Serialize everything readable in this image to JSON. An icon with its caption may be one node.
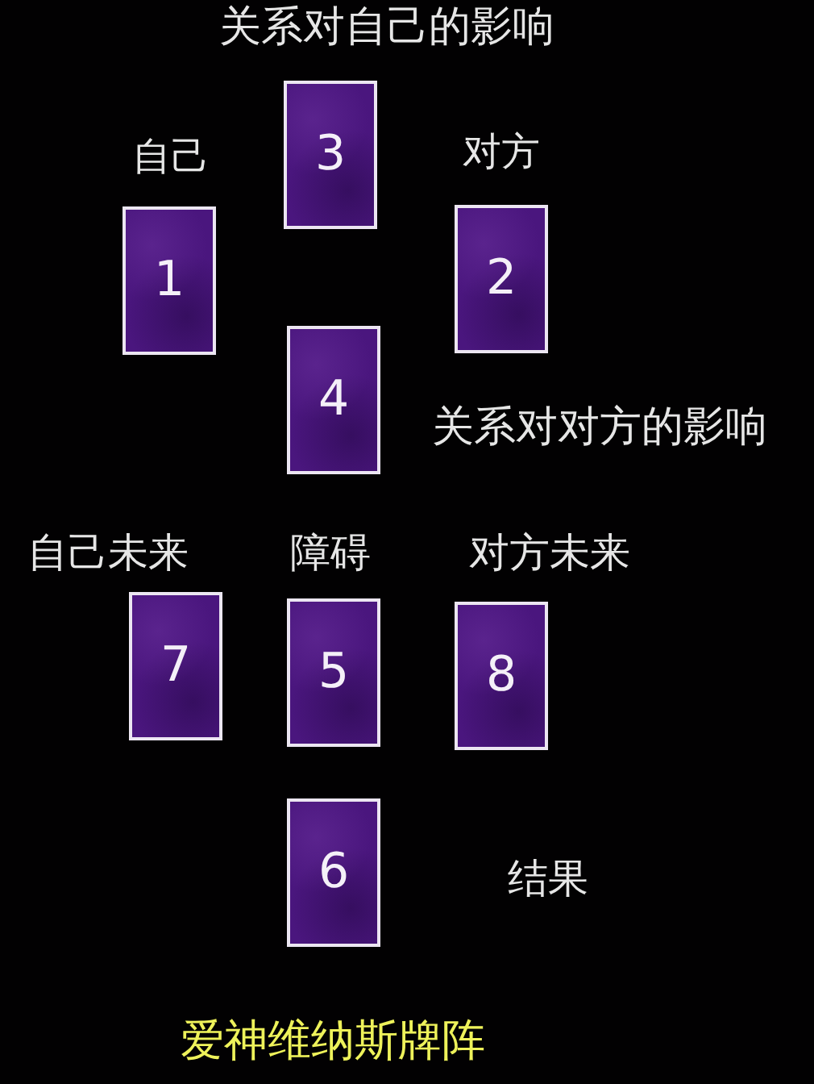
{
  "diagram": {
    "title": "爱神维纳斯牌阵",
    "nodes": [
      {
        "text": [
          "3"
        ],
        "beside": [
          "关系对自己的影响"
        ]
      },
      {
        "text": [
          "1"
        ],
        "beside": [
          "自己"
        ]
      },
      {
        "text": [
          "2"
        ],
        "beside": [
          "对方"
        ]
      },
      {
        "text": [
          "4"
        ],
        "beside": [
          "关系对对方的影响"
        ]
      },
      {
        "text": [
          "7"
        ],
        "beside": [
          "自己未来"
        ]
      },
      {
        "text": [
          "5"
        ],
        "beside": [
          "障碍"
        ]
      },
      {
        "text": [
          "8"
        ],
        "beside": [
          "对方未来"
        ]
      },
      {
        "text": [
          "6"
        ],
        "beside": [
          "结果"
        ]
      }
    ]
  }
}
